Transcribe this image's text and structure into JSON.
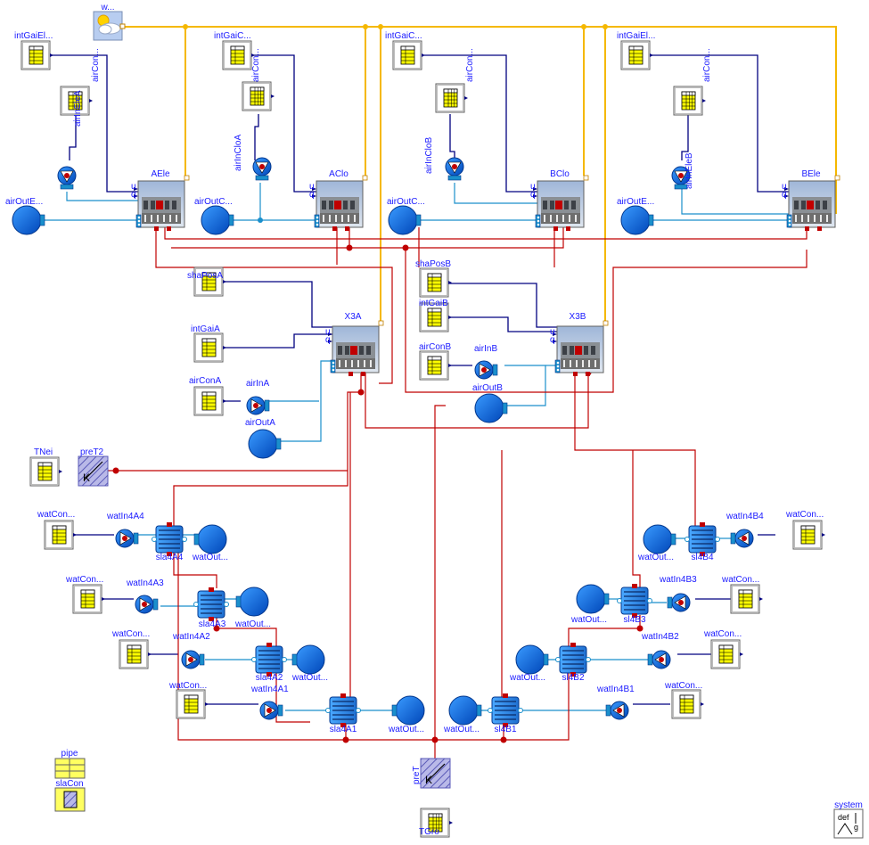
{
  "diagram": {
    "weather": "w...",
    "zones": [
      {
        "name": "AEle",
        "intgai": "intGaiEl...",
        "aircon": "airCon...",
        "airin": "airInEleA",
        "airout": "airOutE...",
        "vert_name": true
      },
      {
        "name": "AClo",
        "intgai": "intGaiC...",
        "aircon": "airCon...",
        "airin": "airInCloA",
        "airout": "airOutC...",
        "vert_name": true
      },
      {
        "name": "BClo",
        "intgai": "intGaiC...",
        "aircon": "airCon...",
        "airin": "airInCloB",
        "airout": "airOutC...",
        "vert_name": true
      },
      {
        "name": "BEle",
        "intgai": "intGaiEl...",
        "aircon": "airCon...",
        "airin": "airInEleB",
        "airout": "airOutE...",
        "vert_name": true
      }
    ],
    "x3a": {
      "name": "X3A",
      "shapos": "shaPosA",
      "intgai": "intGaiA",
      "aircon": "airConA",
      "airin": "airInA",
      "airout": "airOutA"
    },
    "x3b": {
      "name": "X3B",
      "shapos": "shaPosB",
      "intgai": "intGaiB",
      "aircon": "airConB",
      "airin": "airInB",
      "airout": "airOutB"
    },
    "tnei": "TNei",
    "pret2": "preT2",
    "pret": "preT",
    "tgro": "TGro",
    "pipe": "pipe",
    "slacon": "slaCon",
    "system": "system",
    "port_u": "u",
    "port_q": "q",
    "port_m": "m",
    "k_label": "K",
    "def_label": "def",
    "g_label": "g",
    "slabs_a": [
      {
        "name": "sla4A4",
        "watcon": "watCon...",
        "watin": "watIn4A4",
        "watout": "watOut..."
      },
      {
        "name": "sla4A3",
        "watcon": "watCon...",
        "watin": "watIn4A3",
        "watout": "watOut..."
      },
      {
        "name": "sla4A2",
        "watcon": "watCon...",
        "watin": "watIn4A2",
        "watout": "watOut..."
      },
      {
        "name": "sla4A1",
        "watcon": "watCon...",
        "watin": "watIn4A1",
        "watout": "watOut..."
      }
    ],
    "slabs_b": [
      {
        "name": "sl4B4",
        "watcon": "watCon...",
        "watin": "watIn4B4",
        "watout": "watOut..."
      },
      {
        "name": "sl4B3",
        "watcon": "watCon...",
        "watin": "watIn4B3",
        "watout": "watOut..."
      },
      {
        "name": "sl4B2",
        "watcon": "watCon...",
        "watin": "watIn4B2",
        "watout": "watOut..."
      },
      {
        "name": "sl4B1",
        "watcon": "watCon...",
        "watin": "watIn4B1",
        "watout": "watOut..."
      }
    ]
  },
  "colors": {
    "weather_bus": "#f5b800",
    "signal": "#000080",
    "fluid": "#1a8fcc",
    "heat": "#c00000",
    "label": "#1a1aff"
  }
}
